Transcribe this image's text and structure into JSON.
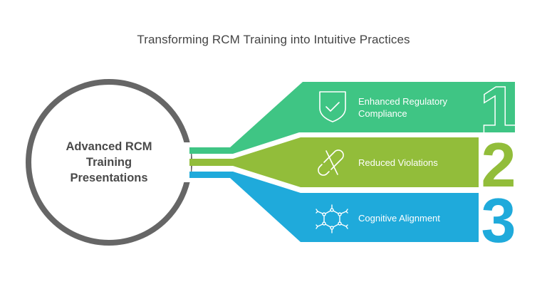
{
  "title": "Transforming RCM Training into Intuitive Practices",
  "hub": {
    "label_lines": [
      "Advanced RCM",
      "Training",
      "Presentations"
    ]
  },
  "steps": [
    {
      "number": "1",
      "label_lines": [
        "Enhanced Regulatory",
        "Compliance"
      ],
      "icon": "shield-check-icon",
      "color": "#3fc584"
    },
    {
      "number": "2",
      "label_lines": [
        "Reduced Violations"
      ],
      "icon": "broken-pill-icon",
      "color": "#92bd3a"
    },
    {
      "number": "3",
      "label_lines": [
        "Cognitive Alignment"
      ],
      "icon": "molecule-network-icon",
      "color": "#1faadb"
    }
  ],
  "colors": {
    "hub_ring": "#666666",
    "title_text": "#444444",
    "hub_text": "#4a4a4a"
  }
}
